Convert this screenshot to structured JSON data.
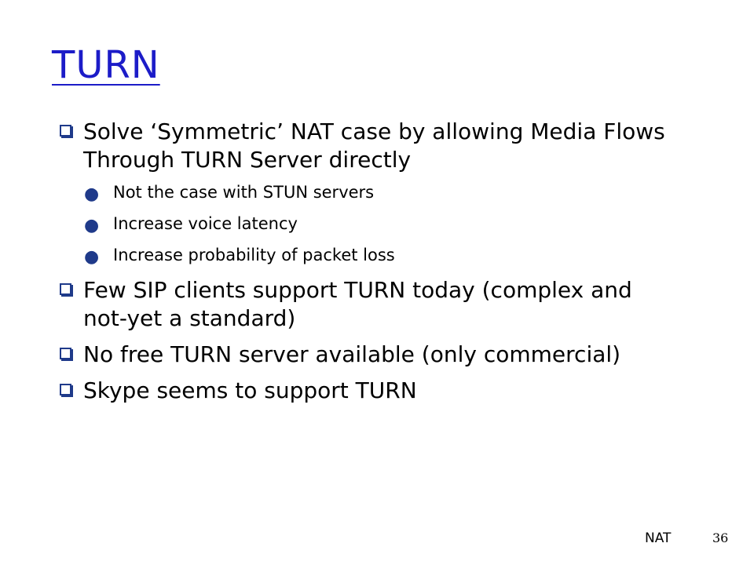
{
  "slide": {
    "title": "TURN",
    "bullets": [
      {
        "text": "Solve ‘Symmetric’ NAT case by allowing Media Flows Through TURN Server directly",
        "subbullets": [
          "Not the case with STUN servers",
          "Increase voice latency",
          "Increase probability of packet loss"
        ]
      },
      {
        "text": "Few SIP clients support TURN today (complex and not-yet a standard)"
      },
      {
        "text": "No free TURN server available (only commercial)"
      },
      {
        "text": "Skype seems to support TURN"
      }
    ],
    "footer": {
      "label": "NAT",
      "page_number": "36"
    }
  },
  "colors": {
    "title": "#1c1cc8",
    "bullet": "#1f3a8a",
    "text": "#000000"
  }
}
